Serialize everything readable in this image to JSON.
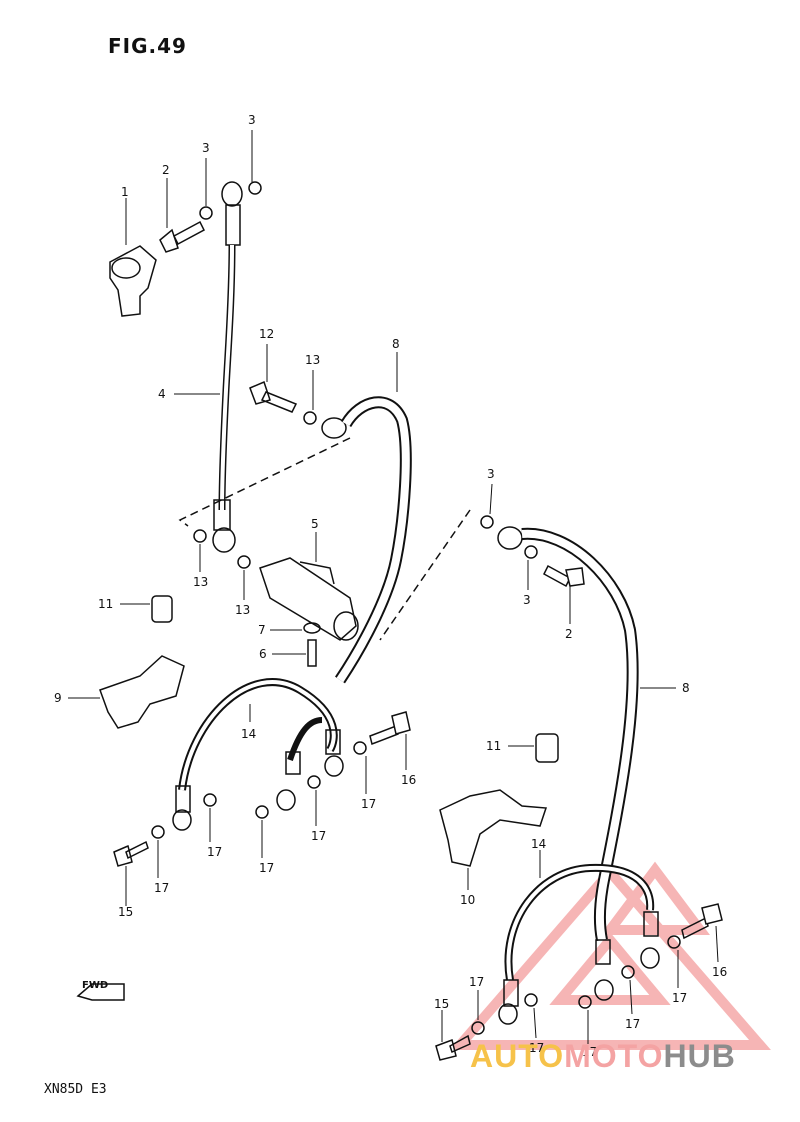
{
  "figure_title": "FIG.49",
  "model_code": "XN85D E3",
  "fwd_label": "FWD",
  "watermark": {
    "part1": "AUTO",
    "part2": "MOTO",
    "part3": "HUB",
    "color1": "#f6c24a",
    "color2": "#f4a3a3",
    "color3": "#8c8c8c"
  },
  "callouts": [
    {
      "id": "c1",
      "text": "1"
    },
    {
      "id": "c2a",
      "text": "2"
    },
    {
      "id": "c3a",
      "text": "3"
    },
    {
      "id": "c3b",
      "text": "3"
    },
    {
      "id": "c4",
      "text": "4"
    },
    {
      "id": "c12",
      "text": "12"
    },
    {
      "id": "c13a",
      "text": "13"
    },
    {
      "id": "c8a",
      "text": "8"
    },
    {
      "id": "c5",
      "text": "5"
    },
    {
      "id": "c13b",
      "text": "13"
    },
    {
      "id": "c13c",
      "text": "13"
    },
    {
      "id": "c11a",
      "text": "11"
    },
    {
      "id": "c7",
      "text": "7"
    },
    {
      "id": "c6",
      "text": "6"
    },
    {
      "id": "c9",
      "text": "9"
    },
    {
      "id": "c14a",
      "text": "14"
    },
    {
      "id": "c17a",
      "text": "17"
    },
    {
      "id": "c16a",
      "text": "16"
    },
    {
      "id": "c17b",
      "text": "17"
    },
    {
      "id": "c17c",
      "text": "17"
    },
    {
      "id": "c17d",
      "text": "17"
    },
    {
      "id": "c17e",
      "text": "17"
    },
    {
      "id": "c15a",
      "text": "15"
    },
    {
      "id": "c3c",
      "text": "3"
    },
    {
      "id": "c3d",
      "text": "3"
    },
    {
      "id": "c2b",
      "text": "2"
    },
    {
      "id": "c8b",
      "text": "8"
    },
    {
      "id": "c11b",
      "text": "11"
    },
    {
      "id": "c10",
      "text": "10"
    },
    {
      "id": "c14b",
      "text": "14"
    },
    {
      "id": "c16b",
      "text": "16"
    },
    {
      "id": "c17f",
      "text": "17"
    },
    {
      "id": "c15b",
      "text": "15"
    },
    {
      "id": "c17g",
      "text": "17"
    },
    {
      "id": "c17h",
      "text": "17"
    },
    {
      "id": "c17i",
      "text": "17"
    },
    {
      "id": "c17j",
      "text": "17"
    }
  ]
}
